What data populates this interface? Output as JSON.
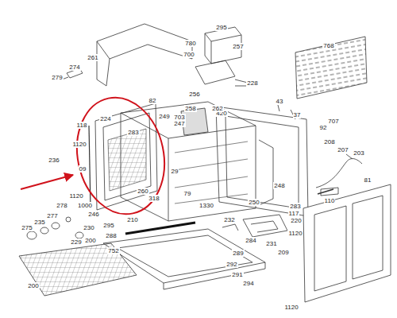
{
  "diagram": {
    "labels": [
      "261",
      "274",
      "279",
      "295",
      "780",
      "257",
      "700",
      "228",
      "768",
      "256",
      "420",
      "43",
      "258",
      "262",
      "703",
      "37",
      "707",
      "92",
      "82",
      "118",
      "224",
      "283",
      "249",
      "247",
      "208",
      "207",
      "203",
      "236",
      "1120",
      "09",
      "29",
      "260",
      "318",
      "79",
      "1120",
      "1000",
      "246",
      "1330",
      "250",
      "248",
      "110",
      "81",
      "283",
      "117",
      "220",
      "1120",
      "209",
      "1120",
      "278",
      "277",
      "235",
      "275",
      "229",
      "230",
      "295",
      "210",
      "288",
      "200",
      "752",
      "232",
      "284",
      "231",
      "289",
      "292",
      "291",
      "294",
      "200"
    ]
  }
}
